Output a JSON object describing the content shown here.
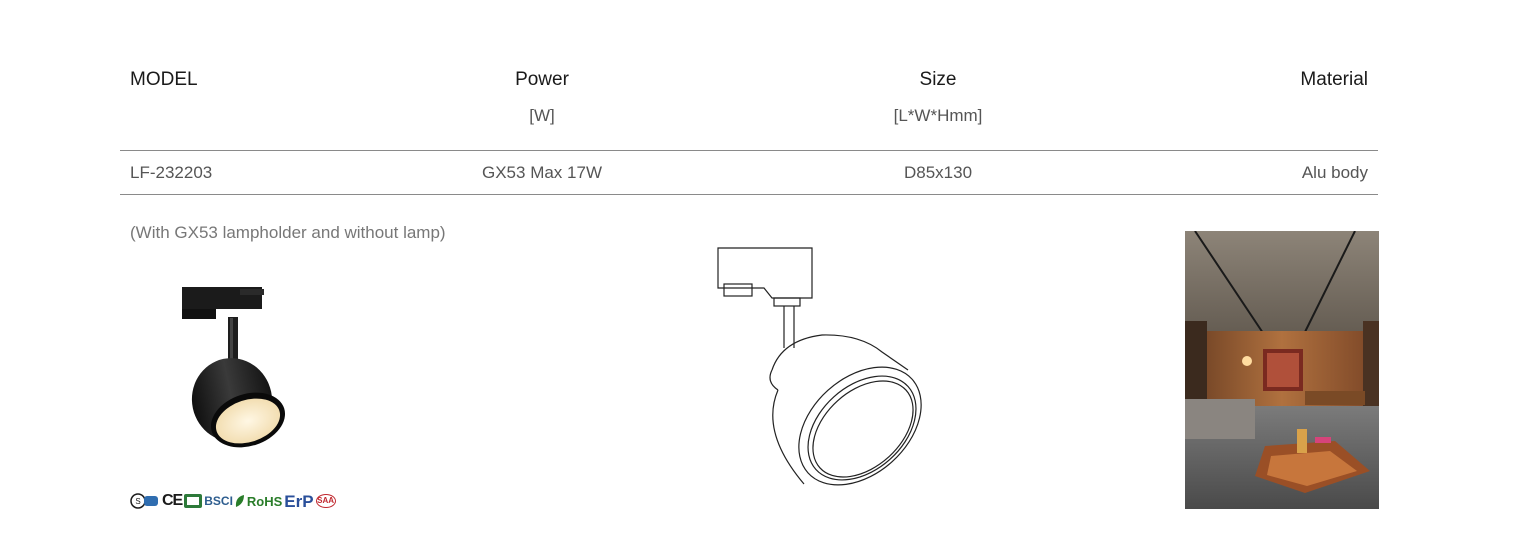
{
  "table": {
    "headers": [
      "MODEL",
      "Power",
      "Size",
      "Material"
    ],
    "units": [
      "",
      "[W]",
      "[L*W*Hmm]",
      ""
    ],
    "rows": [
      [
        "LF-232203",
        "GX53 Max 17W",
        "D85x130",
        "Alu body"
      ]
    ]
  },
  "note": "(With GX53 lampholder and without lamp)",
  "certifications": {
    "ce": "CE",
    "bsci": "BSCI",
    "rohs": "RoHS",
    "erp": "ErP",
    "saa": "SAA"
  },
  "colors": {
    "rule": "#8a8a8a",
    "text_dark": "#1a1a1a",
    "text_muted": "#555555",
    "product_black": "#1c1c1c",
    "lamp_glow": "#fbeed0"
  },
  "icons": [
    "certification-logos",
    "product-photo",
    "technical-drawing",
    "room-photo"
  ]
}
